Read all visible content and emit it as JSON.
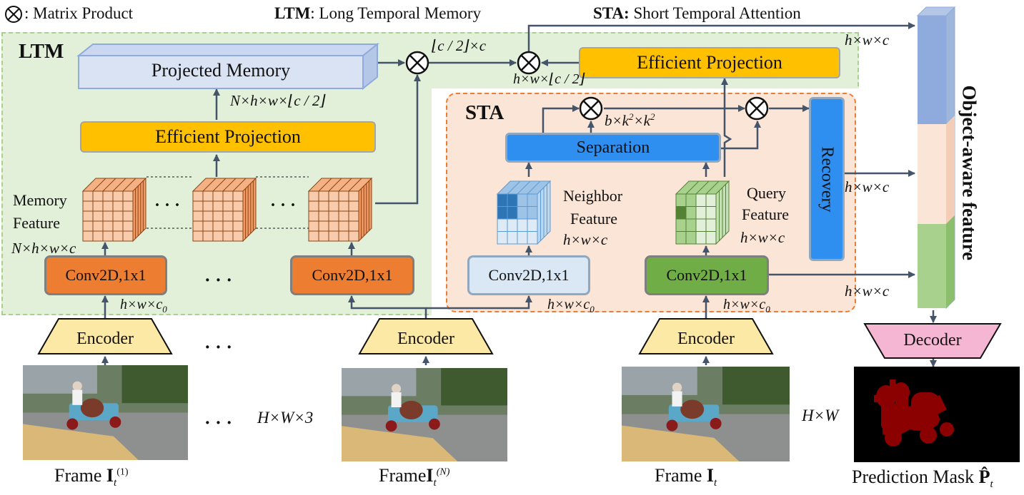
{
  "legend": {
    "matrix_product_label": ": Matrix Product",
    "ltm_key": "LTM",
    "ltm_desc": ": Long Temporal Memory",
    "sta_key": "STA:",
    "sta_desc": " Short Temporal Attention"
  },
  "ltm": {
    "title": "LTM",
    "projected_memory": "Projected Memory",
    "efficient_projection": "Efficient Projection",
    "dim_projected": "N×h×w×⌊c / 2⌋",
    "dim_product": "⌊c / 2⌋×c",
    "memory_feature_line1": "Memory",
    "memory_feature_line2": "Feature",
    "dim_memory": "N×h×w×c",
    "ellipsis": "· · ·",
    "conv_left": "Conv2D,1x1",
    "conv_right": "Conv2D,1x1",
    "dim_conv": "h×w×c",
    "dim_conv_sub": "0"
  },
  "sta": {
    "title": "STA",
    "efficient_projection": "Efficient Projection",
    "dim_top": "h×w×⌊c / 2⌋",
    "separation": "Separation",
    "dim_sep_b": "b×k",
    "dim_sep_sup1": "2",
    "dim_sep_mid": "×k",
    "dim_sep_sup2": "2",
    "neighbor_line1": "Neighbor",
    "neighbor_line2": "Feature",
    "dim_neighbor": "h×w×c",
    "query_line1": "Query",
    "query_line2": "Feature",
    "dim_query": "h×w×c",
    "recovery": "Recovery",
    "conv_neighbor": "Conv2D,1x1",
    "conv_query": "Conv2D,1x1",
    "dim_conv": "h×w×c",
    "dim_conv_sub": "0"
  },
  "outputs": {
    "dim_top": "h×w×c",
    "dim_mid": "h×w×c",
    "dim_bottom": "h×w×c",
    "object_aware_feature": "Object-aware feature",
    "decoder": "Decoder",
    "hw_label": "H×W",
    "prediction_mask": "Prediction Mask ",
    "prediction_mask_sym": "P̂",
    "prediction_mask_sub": "t"
  },
  "encoders": {
    "left": "Encoder",
    "middle": "Encoder",
    "right": "Encoder",
    "ellipsis": "· · ·",
    "dim_frame": "H×W×3"
  },
  "frames": {
    "first_prefix": "Frame ",
    "first_sym": "I",
    "first_sub": "t",
    "first_sup": "(1)",
    "nth_prefix": "Frame",
    "nth_sym": "I",
    "nth_sub": "t",
    "nth_sup": "(N)",
    "current_prefix": "Frame ",
    "current_sym": "I",
    "current_sub": "t"
  },
  "colors": {
    "ltm_bg": "#e2efd9",
    "sta_bg": "#fbe5d6",
    "efficient_projection": "#ffc000",
    "conv_ltm": "#ed7d31",
    "separation": "#2e8ff0",
    "decoder": "#f4b6d2",
    "mask_object": "#8b0000"
  }
}
